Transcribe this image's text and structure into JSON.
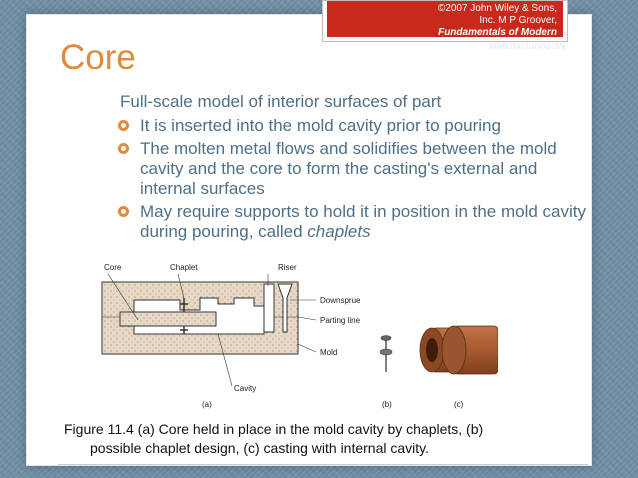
{
  "credit": {
    "line1": "©2007 John Wiley & Sons,",
    "line2": "Inc.  M P Groover,",
    "line3": "Fundamentals of Modern",
    "line4": "Manufacturing 3/e"
  },
  "slide": {
    "title": "Core",
    "intro": "Full-scale model of interior surfaces of part",
    "bullets": [
      {
        "lines": [
          "It is inserted into the mold cavity prior to pouring"
        ]
      },
      {
        "lines": [
          "The molten metal flows and solidifies between the mold",
          "cavity and the core to form the casting's external and",
          "internal surfaces"
        ]
      },
      {
        "lines": [
          "May require supports to hold it in position in the mold cavity",
          "during pouring, called "
        ],
        "italic_tail": "chaplets"
      }
    ]
  },
  "figure": {
    "labels": {
      "core": "Core",
      "chaplet": "Chaplet",
      "riser": "Riser",
      "downsprue": "Downsprue",
      "parting_line": "Parting line",
      "mold": "Mold",
      "cavity": "Cavity",
      "a": "(a)",
      "b": "(b)",
      "c": "(c)"
    },
    "colors": {
      "sand": "#e7d9c6",
      "metal": "#a85a30",
      "outline": "#333333"
    }
  },
  "caption": {
    "line1": "Figure 11.4  (a) Core held in place in the mold cavity by chaplets, (b)",
    "line2": "possible chaplet design, (c) casting with internal cavity."
  }
}
